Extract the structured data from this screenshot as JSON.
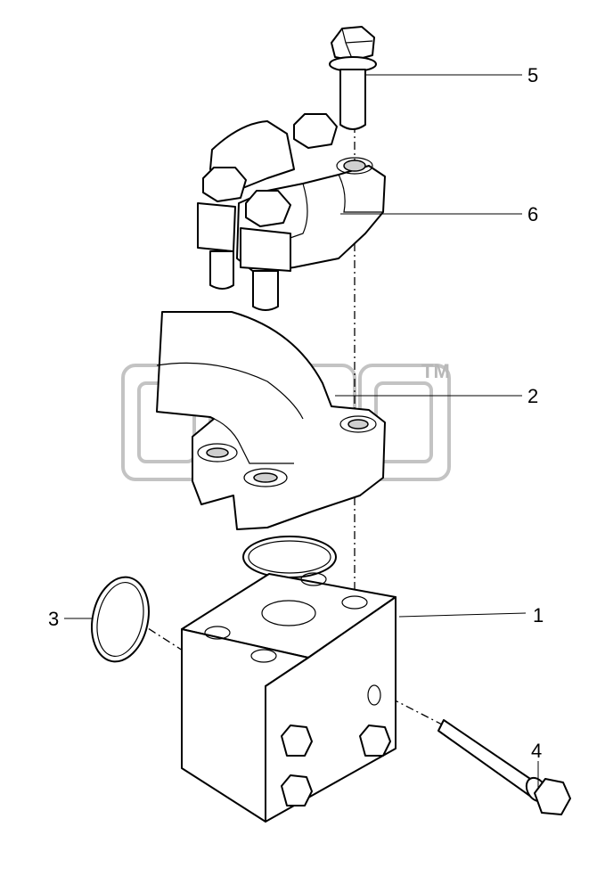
{
  "diagram": {
    "callouts": [
      {
        "id": "1",
        "label": "1"
      },
      {
        "id": "2",
        "label": "2"
      },
      {
        "id": "3",
        "label": "3"
      },
      {
        "id": "4",
        "label": "4"
      },
      {
        "id": "5",
        "label": "5"
      },
      {
        "id": "6",
        "label": "6"
      }
    ],
    "watermark_mark": "TM"
  }
}
